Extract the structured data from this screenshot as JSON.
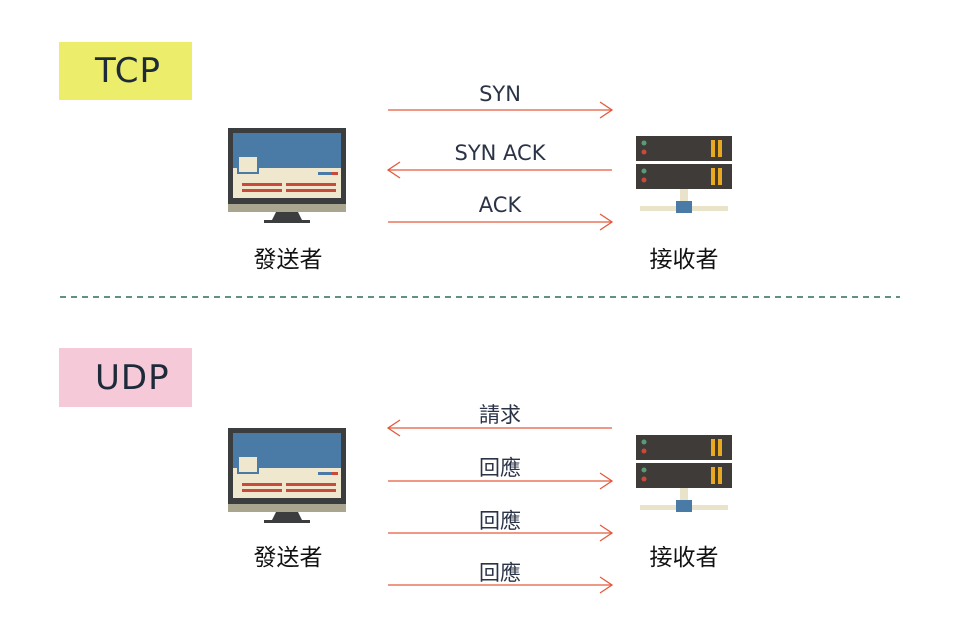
{
  "tcp": {
    "label": "TCP",
    "sender": "發送者",
    "receiver": "接收者",
    "messages": [
      "SYN",
      "SYN ACK",
      "ACK"
    ]
  },
  "udp": {
    "label": "UDP",
    "sender": "發送者",
    "receiver": "接收者",
    "messages": [
      "請求",
      "回應",
      "回應",
      "回應"
    ]
  },
  "colors": {
    "tcp_label_bg": "#eced6a",
    "udp_label_bg": "#f5c9d8",
    "arrow": "#e35a3c",
    "divider": "#2e6b5a"
  }
}
